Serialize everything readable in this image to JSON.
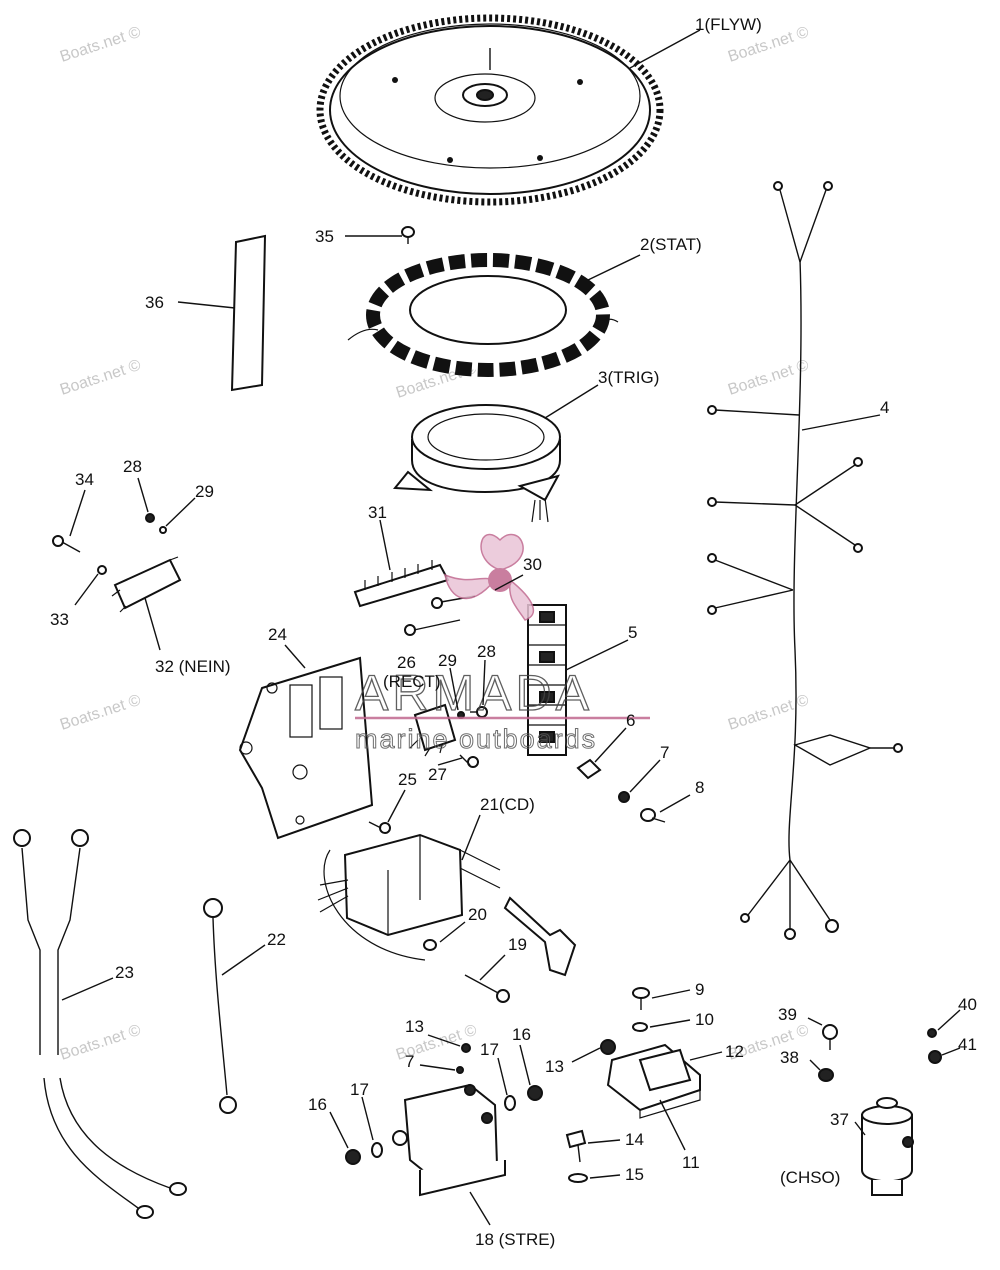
{
  "watermark": {
    "text": "Boats.net ©"
  },
  "brand": {
    "name": "ARMADA",
    "tagline": "marine outboards",
    "color": "#c0688f"
  },
  "parts": [
    {
      "num": "1",
      "code": "FLYW"
    },
    {
      "num": "2",
      "code": "STAT"
    },
    {
      "num": "3",
      "code": "TRIG"
    },
    {
      "num": "4"
    },
    {
      "num": "5"
    },
    {
      "num": "6"
    },
    {
      "num": "7"
    },
    {
      "num": "8"
    },
    {
      "num": "9"
    },
    {
      "num": "10"
    },
    {
      "num": "11"
    },
    {
      "num": "12"
    },
    {
      "num": "13"
    },
    {
      "num": "14"
    },
    {
      "num": "15"
    },
    {
      "num": "16"
    },
    {
      "num": "17"
    },
    {
      "num": "18",
      "code": "STRE"
    },
    {
      "num": "19"
    },
    {
      "num": "20"
    },
    {
      "num": "21",
      "code": "CD"
    },
    {
      "num": "22"
    },
    {
      "num": "23"
    },
    {
      "num": "24"
    },
    {
      "num": "25"
    },
    {
      "num": "26",
      "code": "RECT"
    },
    {
      "num": "27"
    },
    {
      "num": "28"
    },
    {
      "num": "29"
    },
    {
      "num": "30"
    },
    {
      "num": "31"
    },
    {
      "num": "32",
      "code": "NEIN"
    },
    {
      "num": "33"
    },
    {
      "num": "34"
    },
    {
      "num": "35"
    },
    {
      "num": "36"
    },
    {
      "num": "37",
      "code": "CHSO"
    },
    {
      "num": "38"
    },
    {
      "num": "39"
    },
    {
      "num": "40"
    },
    {
      "num": "41"
    }
  ],
  "labels": {
    "l1": "1(FLYW)",
    "l2": "2(STAT)",
    "l3": "3(TRIG)",
    "l4": "4",
    "l5": "5",
    "l6": "6",
    "l7a": "7",
    "l8": "8",
    "l9": "9",
    "l10": "10",
    "l11": "11",
    "l12": "12",
    "l13a": "13",
    "l13b": "13",
    "l14": "14",
    "l15": "15",
    "l16a": "16",
    "l16b": "16",
    "l17a": "17",
    "l17b": "17",
    "l7b": "7",
    "l18": "18 (STRE)",
    "l19": "19",
    "l20": "20",
    "l21": "21(CD)",
    "l22": "22",
    "l23": "23",
    "l24": "24",
    "l25": "25",
    "l26": "26",
    "l26b": "(RECT)",
    "l27": "27",
    "l28a": "28",
    "l28b": "28",
    "l29a": "29",
    "l29b": "29",
    "l30": "30",
    "l31": "31",
    "l32": "32 (NEIN)",
    "l33": "33",
    "l34": "34",
    "l35": "35",
    "l36": "36",
    "l37": "37",
    "l37b": "(CHSO)",
    "l38": "38",
    "l39": "39",
    "l40": "40",
    "l41": "41"
  }
}
